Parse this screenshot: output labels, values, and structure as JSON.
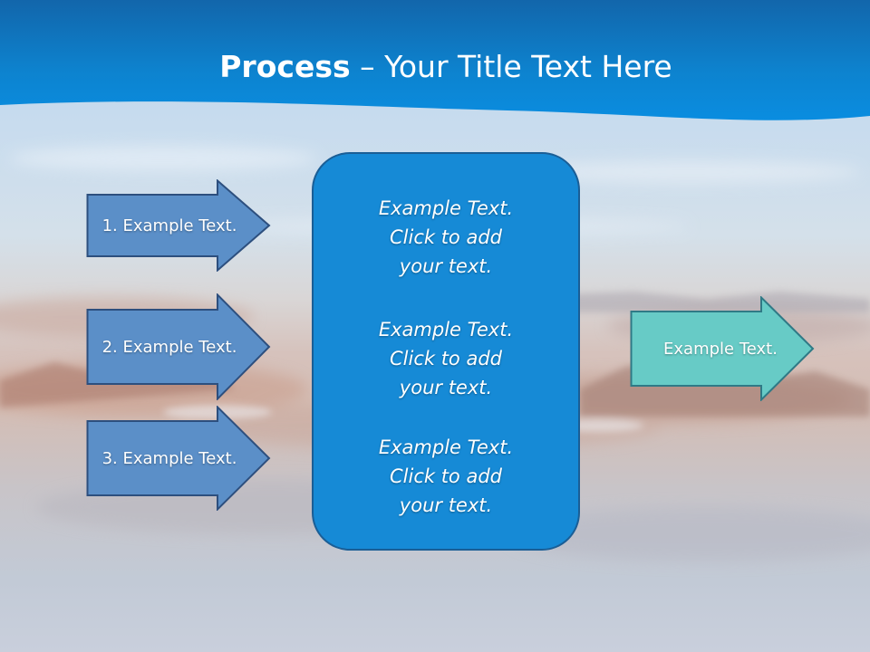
{
  "slide": {
    "title_bold": "Process",
    "title_rest": " – Your Title Text Here"
  },
  "inputs": [
    {
      "label": "1. Example Text."
    },
    {
      "label": "2. Example Text."
    },
    {
      "label": "3. Example Text."
    }
  ],
  "center_box": {
    "paragraphs": [
      [
        "Example Text.",
        "Click  to add",
        "your text."
      ],
      [
        "Example Text.",
        "Click  to add",
        "your text."
      ],
      [
        "Example Text.",
        "Click  to add",
        "your text."
      ]
    ]
  },
  "output": {
    "label": "Example Text."
  },
  "colors": {
    "header": "#0f7ac4",
    "input_arrow": "#5b8fc8",
    "center_box": "#168ad6",
    "output_arrow": "#67cbc6"
  }
}
